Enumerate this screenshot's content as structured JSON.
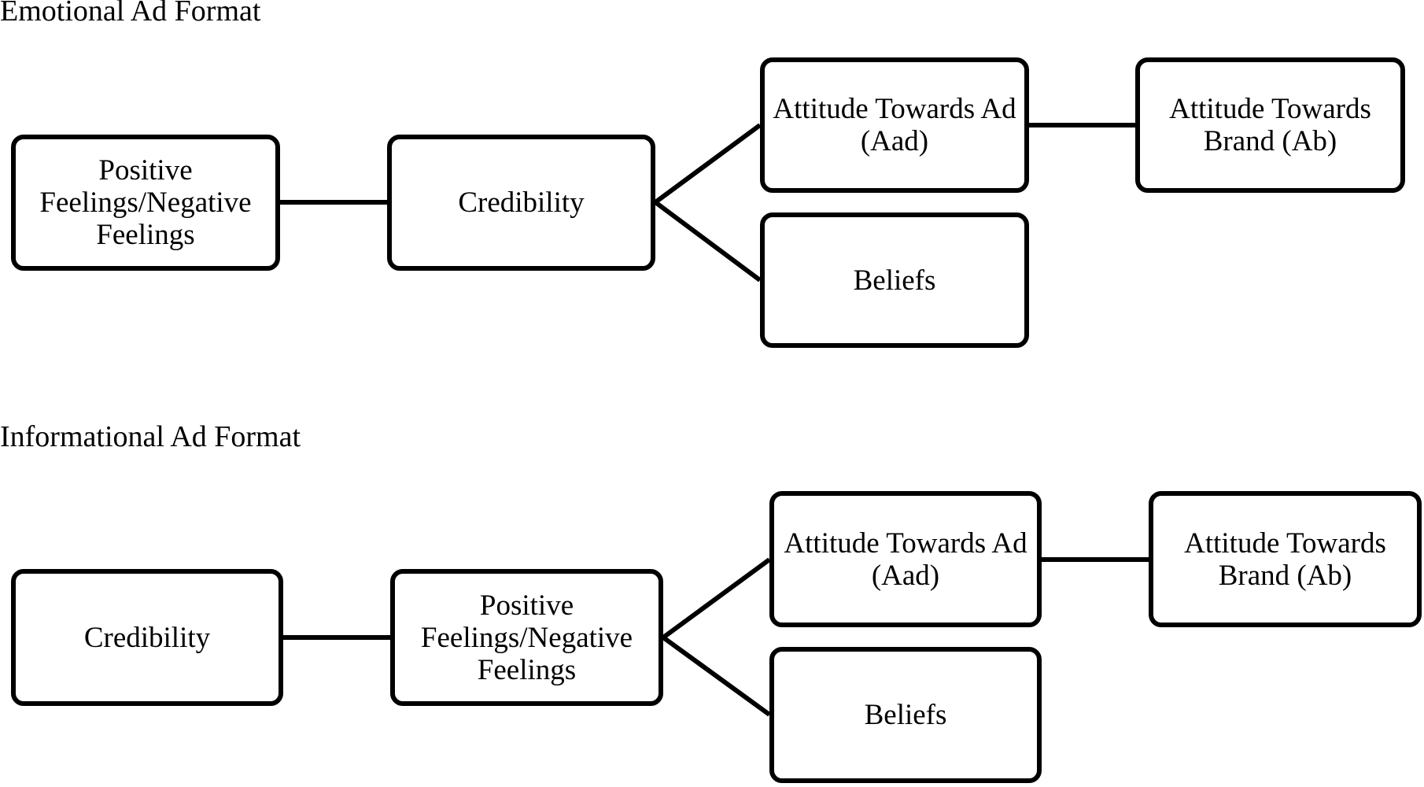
{
  "diagrams": [
    {
      "title": "Emotional Ad Format",
      "nodes": {
        "feelings": "Positive Feelings/Negative Feelings",
        "credibility": "Credibility",
        "aad": "Attitude Towards Ad (Aad)",
        "beliefs": "Beliefs",
        "ab": "Attitude Towards Brand (Ab)"
      },
      "edges": [
        [
          "feelings",
          "credibility"
        ],
        [
          "credibility",
          "aad"
        ],
        [
          "credibility",
          "beliefs"
        ],
        [
          "aad",
          "ab"
        ]
      ]
    },
    {
      "title": "Informational Ad Format",
      "nodes": {
        "credibility": "Credibility",
        "feelings": "Positive Feelings/Negative Feelings",
        "aad": "Attitude Towards Ad (Aad)",
        "beliefs": "Beliefs",
        "ab": "Attitude Towards Brand (Ab)"
      },
      "edges": [
        [
          "credibility",
          "feelings"
        ],
        [
          "feelings",
          "aad"
        ],
        [
          "feelings",
          "beliefs"
        ],
        [
          "aad",
          "ab"
        ]
      ]
    }
  ]
}
